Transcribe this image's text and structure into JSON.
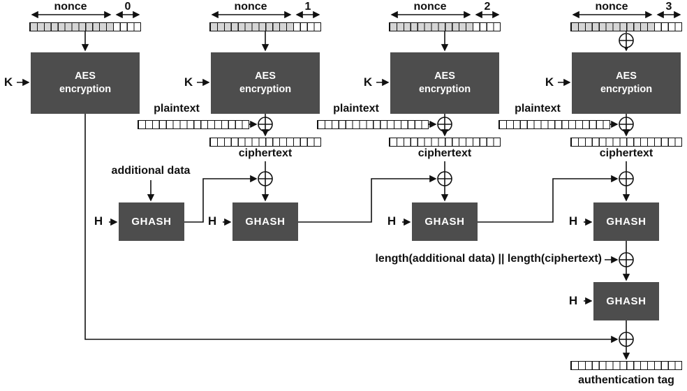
{
  "labels": {
    "nonce": "nonce",
    "counters": [
      "0",
      "1",
      "2",
      "3"
    ],
    "key": "K",
    "aes_line1": "AES",
    "aes_line2": "encryption",
    "plaintext": "plaintext",
    "ciphertext": "ciphertext",
    "additional_data": "additional data",
    "ghash": "GHASH",
    "h": "H",
    "length_concat": "length(additional data) || length(ciphertext)",
    "auth_tag": "authentication tag"
  },
  "bitstrings": {
    "cells_total": 16,
    "nonce_cells_gray": 12,
    "counter_cells_white": 4
  },
  "colors": {
    "box_fill": "#4d4d4d",
    "box_text": "#ffffff",
    "nonce_cell_gray": "#d5d5d5",
    "line": "#111111",
    "background": "#ffffff"
  }
}
